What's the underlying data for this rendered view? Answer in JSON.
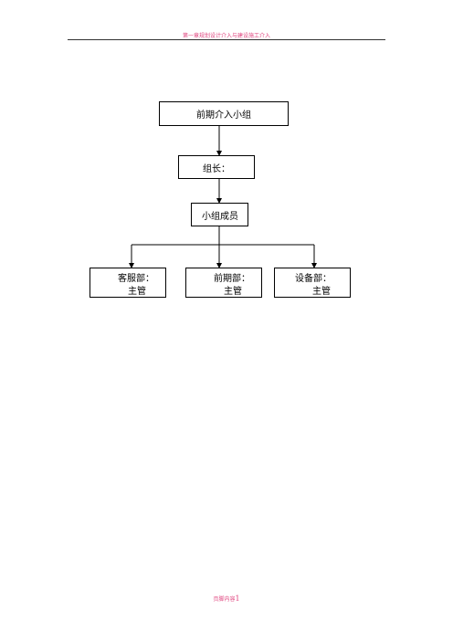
{
  "header": {
    "text": "第一章规划设计介入与建设施工介入"
  },
  "org_chart": {
    "top": {
      "label": "前期介入小组"
    },
    "leader": {
      "label": "组长："
    },
    "members": {
      "label": "小组成员"
    },
    "departments": [
      {
        "name": "客服部：",
        "role": "主管"
      },
      {
        "name": "前期部：",
        "role": "主管"
      },
      {
        "name": "设备部：",
        "role": "主管"
      }
    ]
  },
  "footer": {
    "label": "页脚内容",
    "page": "1"
  },
  "colors": {
    "header_text": "#e0457f",
    "line": "#000000"
  }
}
